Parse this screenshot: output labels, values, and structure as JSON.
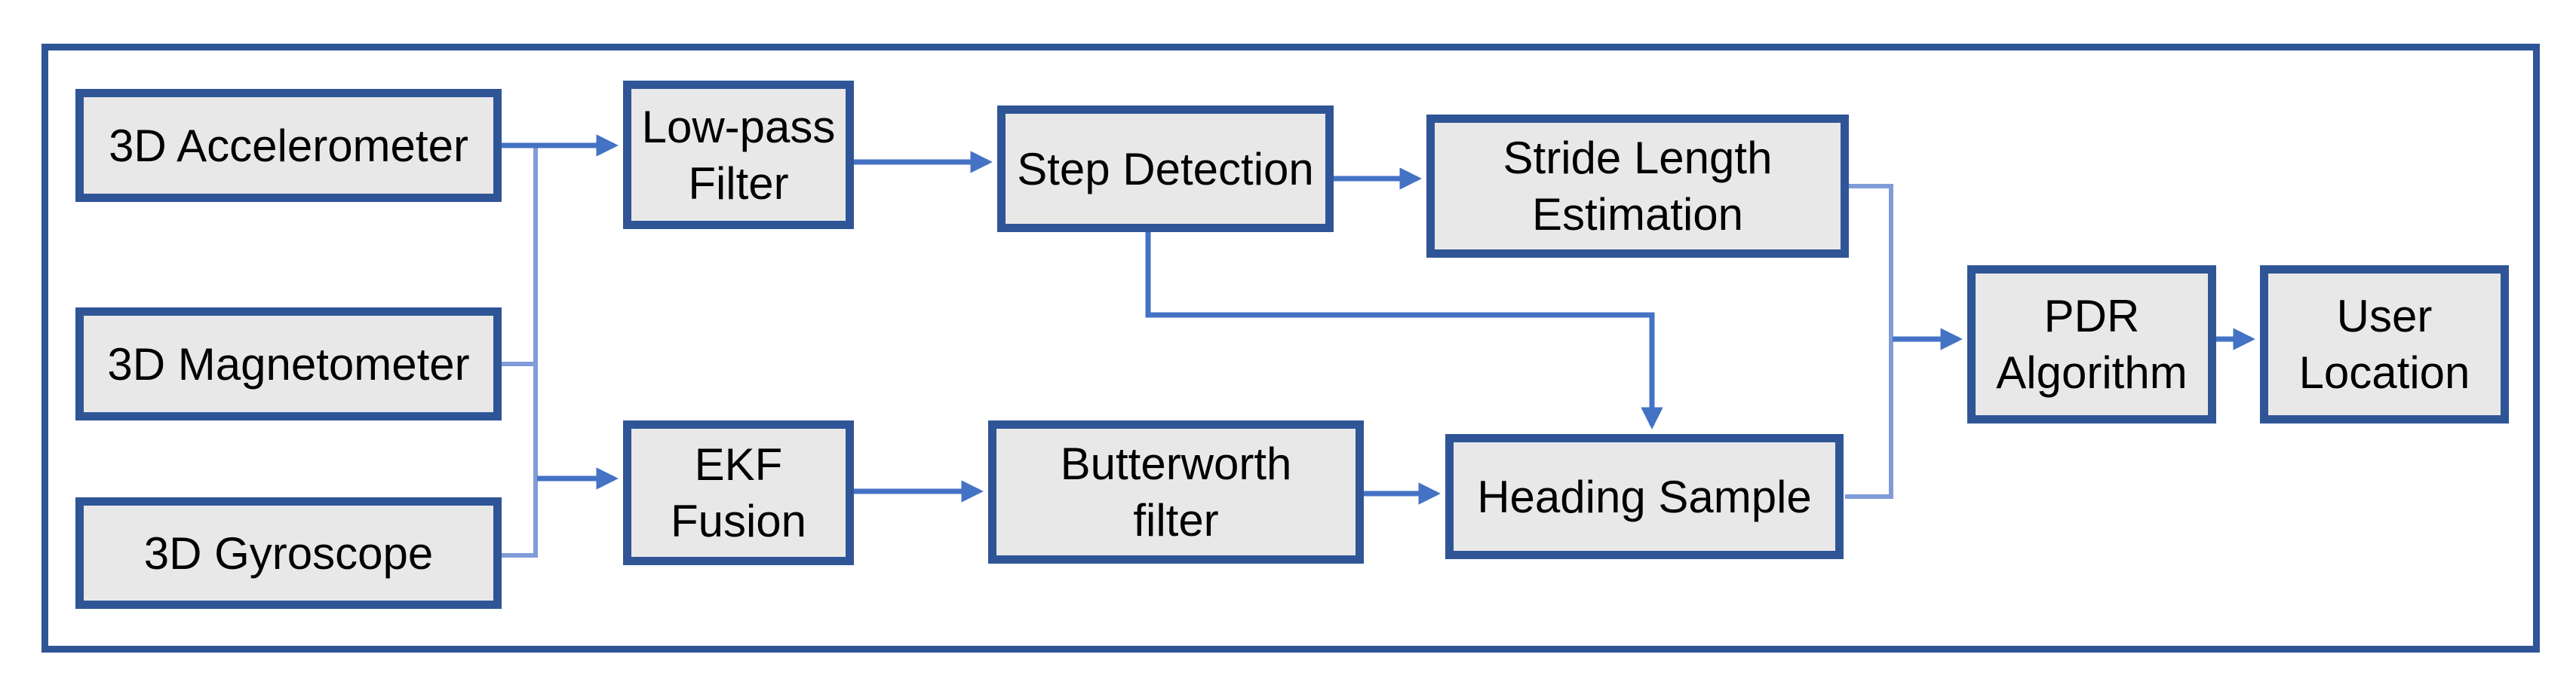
{
  "diagram": {
    "description": "Block diagram of a pedestrian dead reckoning (PDR) pipeline",
    "nodes": [
      {
        "id": "accelerometer",
        "label": "3D Accelerometer"
      },
      {
        "id": "magnetometer",
        "label": "3D Magnetometer"
      },
      {
        "id": "gyroscope",
        "label": "3D Gyroscope"
      },
      {
        "id": "lowpass",
        "label": "Low-pass\nFilter"
      },
      {
        "id": "step",
        "label": "Step Detection"
      },
      {
        "id": "stride",
        "label": "Stride Length\nEstimation"
      },
      {
        "id": "ekf",
        "label": "EKF\nFusion"
      },
      {
        "id": "butterworth",
        "label": "Butterworth\nfilter"
      },
      {
        "id": "heading",
        "label": "Heading Sample"
      },
      {
        "id": "pdr",
        "label": "PDR\nAlgorithm"
      },
      {
        "id": "user",
        "label": "User\nLocation"
      }
    ],
    "edges": [
      {
        "from": "accelerometer",
        "to": "lowpass",
        "arrow": true
      },
      {
        "from": "accelerometer",
        "to": "ekf",
        "arrow": true,
        "via": "sensor-bus"
      },
      {
        "from": "magnetometer",
        "to": "ekf",
        "arrow": true,
        "via": "sensor-bus"
      },
      {
        "from": "gyroscope",
        "to": "ekf",
        "arrow": true,
        "via": "sensor-bus"
      },
      {
        "from": "lowpass",
        "to": "step",
        "arrow": true
      },
      {
        "from": "step",
        "to": "stride",
        "arrow": true
      },
      {
        "from": "step",
        "to": "heading",
        "arrow": true
      },
      {
        "from": "ekf",
        "to": "butterworth",
        "arrow": true
      },
      {
        "from": "butterworth",
        "to": "heading",
        "arrow": true
      },
      {
        "from": "stride",
        "to": "pdr",
        "arrow": true,
        "via": "merge-junction"
      },
      {
        "from": "heading",
        "to": "pdr",
        "arrow": true,
        "via": "merge-junction"
      },
      {
        "from": "pdr",
        "to": "user",
        "arrow": true
      }
    ],
    "colors": {
      "background": "#ffffff",
      "box_fill": "#e9e8e8",
      "box_border": "#2f5597",
      "frame_border": "#2f5597",
      "arrow": "#4472c4",
      "line_light": "#7f9cd9",
      "text": "#000000"
    }
  }
}
